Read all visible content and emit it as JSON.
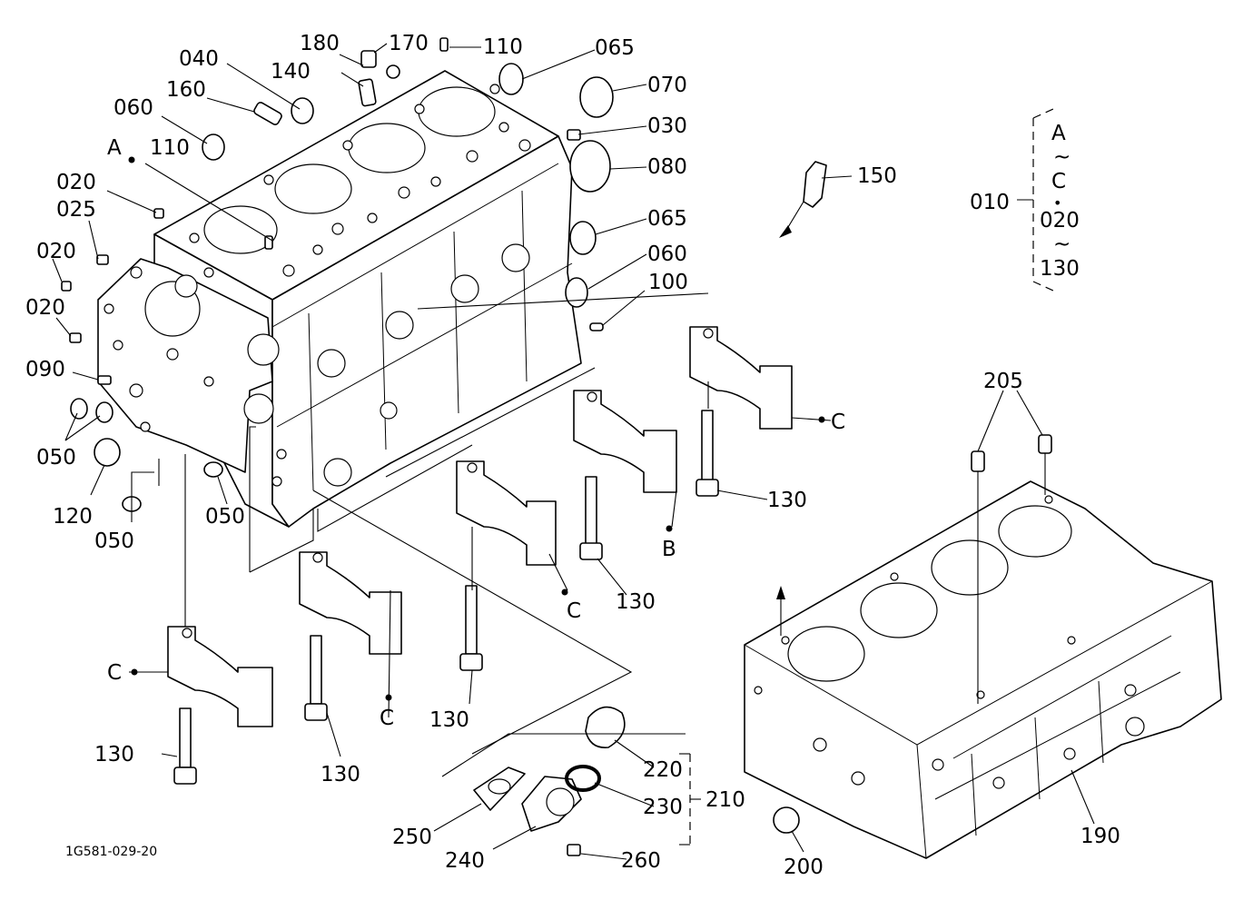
{
  "labels": {
    "p010": "010",
    "p020a": "020",
    "p020b": "020",
    "p020c": "020",
    "p025": "025",
    "p030": "030",
    "p040": "040",
    "p050a": "050",
    "p050b": "050",
    "p050c": "050",
    "p060a": "060",
    "p060b": "060",
    "p065a": "065",
    "p065b": "065",
    "p070": "070",
    "p080": "080",
    "p090": "090",
    "p100": "100",
    "p110a": "110",
    "p110b": "110",
    "p120": "120",
    "p130a": "130",
    "p130b": "130",
    "p130c": "130",
    "p130d": "130",
    "p130e": "130",
    "p140": "140",
    "p150": "150",
    "p160": "160",
    "p170": "170",
    "p180": "180",
    "p190": "190",
    "p200": "200",
    "p205": "205",
    "p210": "210",
    "p220": "220",
    "p230": "230",
    "p240": "240",
    "p250": "250",
    "p260": "260"
  },
  "refs": {
    "A": "A",
    "B": "B",
    "C1": "C",
    "C2": "C",
    "C3": "C",
    "C4": "C"
  },
  "kit": {
    "a": "A",
    "tilde1": "~",
    "c": "C",
    "dot": "•",
    "from": "020",
    "tilde2": "~",
    "to": "130"
  },
  "diagram_id": "1G581-029-20"
}
